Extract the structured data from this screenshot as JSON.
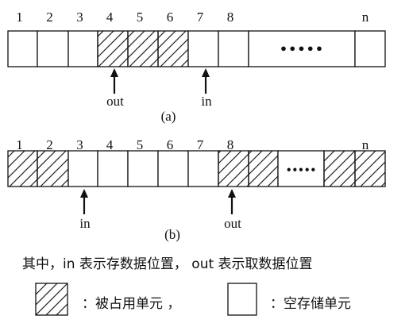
{
  "diagram": {
    "cell_count": 13,
    "slot_labels_a": [
      {
        "cell": 0,
        "text": "1"
      },
      {
        "cell": 1,
        "text": "2"
      },
      {
        "cell": 2,
        "text": "3"
      },
      {
        "cell": 3,
        "text": "4"
      },
      {
        "cell": 4,
        "text": "5"
      },
      {
        "cell": 5,
        "text": "6"
      },
      {
        "cell": 6,
        "text": "7"
      },
      {
        "cell": 7,
        "text": "8"
      },
      {
        "cell": 12,
        "text": "n"
      }
    ],
    "slot_labels_b": [
      {
        "cell": 0,
        "text": "1"
      },
      {
        "cell": 1,
        "text": "2"
      },
      {
        "cell": 2,
        "text": "3"
      },
      {
        "cell": 3,
        "text": "4"
      },
      {
        "cell": 4,
        "text": "5"
      },
      {
        "cell": 5,
        "text": "6"
      },
      {
        "cell": 6,
        "text": "7"
      },
      {
        "cell": 7,
        "text": "8"
      },
      {
        "cell": 12,
        "text": "n"
      }
    ],
    "row_a": {
      "caption": "(a)",
      "hatched": [
        3,
        4,
        5
      ],
      "ellipsis": "•••••",
      "pointers": [
        {
          "label": "out",
          "cell": 3
        },
        {
          "label": "in",
          "cell": 6
        }
      ]
    },
    "row_b": {
      "caption": "(b)",
      "hatched": [
        0,
        1,
        7,
        8,
        10,
        11
      ],
      "ellipsis": "•••••",
      "pointers": [
        {
          "label": "in",
          "cell": 2
        },
        {
          "label": "out",
          "cell": 7
        }
      ]
    },
    "explanation": "其中，in 表示存数据位置， out 表示取数据位置",
    "legend": {
      "occupied": "：被占用单元 ，",
      "empty": "：空存储单元"
    }
  }
}
